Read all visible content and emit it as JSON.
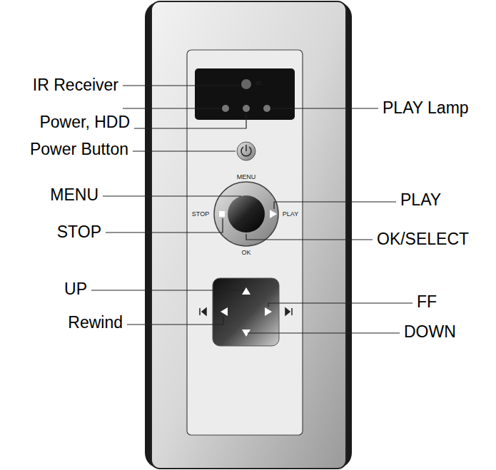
{
  "diagram": {
    "labels": [
      "IR Receiver",
      "Power, HDD",
      "Power Button",
      "MENU",
      "STOP",
      "UP",
      "Rewind",
      "PLAY Lamp",
      "PLAY",
      "OK/SELECT",
      "FF",
      "DOWN",
      "IR",
      "MENU",
      "STOP",
      "PLAY",
      "OK"
    ]
  }
}
